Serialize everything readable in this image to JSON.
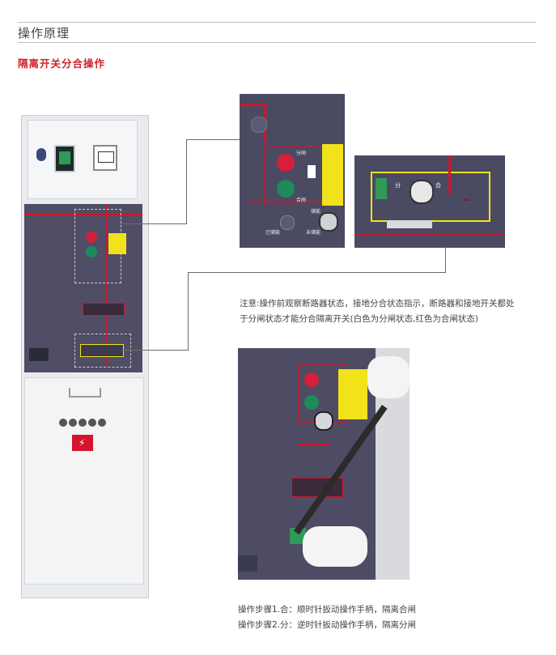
{
  "header": {
    "title": "操作原理"
  },
  "section": {
    "title": "隔离开关分合操作"
  },
  "zoom_labels": {
    "open": "分闸",
    "close": "合闸",
    "stored": "已储能",
    "not_stored": "未储能",
    "energy_storage": "储能",
    "switch_open": "分",
    "switch_close": "合"
  },
  "note": {
    "line1": "注意:操作前观察断路器状态，接地分合状态指示，断路器和接地开关都处",
    "line2": "于分闸状态才能分合隔离开关(白色为分闸状态,红色为合闸状态)"
  },
  "steps": {
    "step1": "操作步骤1.合：顺时针扳动操作手柄，隔离合闸",
    "step2": "操作步骤2.分：逆时针扳动操作手柄，隔离分闸"
  },
  "colors": {
    "accent": "#d0202a",
    "panel": "#4f4e66",
    "warning": "#f2e21a",
    "breaker_red": "#d61f3a",
    "breaker_green": "#1f8a5a"
  }
}
